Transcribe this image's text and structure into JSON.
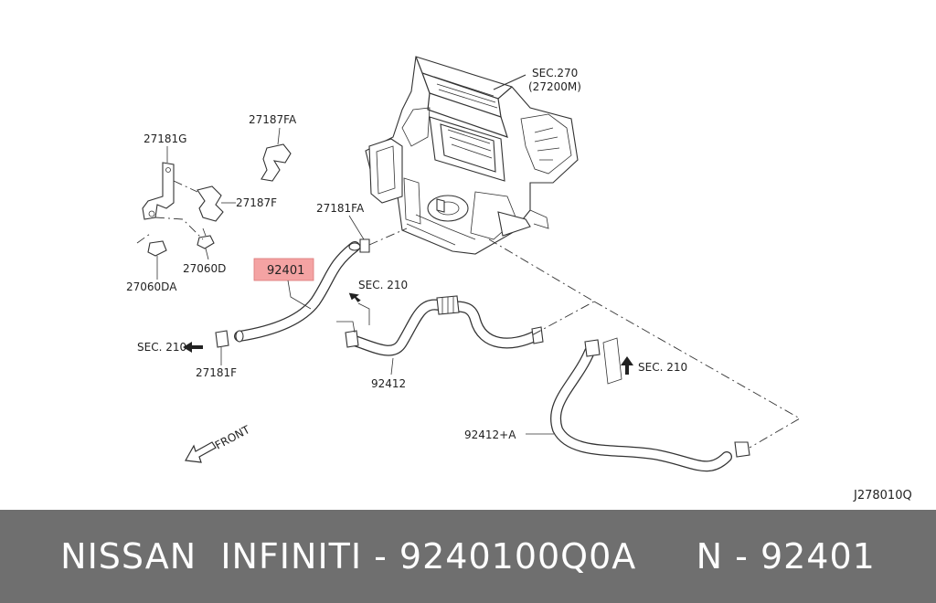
{
  "labels": {
    "sec270": "SEC.270",
    "sec270_sub": "(27200M)",
    "p27187FA": "27187FA",
    "p27181G": "27181G",
    "p27187F": "27187F",
    "p27181FA": "27181FA",
    "p27060D": "27060D",
    "p27060DA": "27060DA",
    "p92401": "92401",
    "sec210_mid": "SEC. 210",
    "sec210_left": "SEC. 210",
    "p27181F": "27181F",
    "p92412": "92412",
    "sec210_right": "SEC. 210",
    "p92412A": "92412+A",
    "front": "FRONT",
    "drawing_code": "J278010Q"
  },
  "colors": {
    "highlight": "#f4a3a3",
    "footer_bg": "#6f6f6f",
    "footer_text": "#ffffff"
  },
  "footer": {
    "text": "NISSAN  INFINITI - 9240100Q0A     N - 92401"
  }
}
